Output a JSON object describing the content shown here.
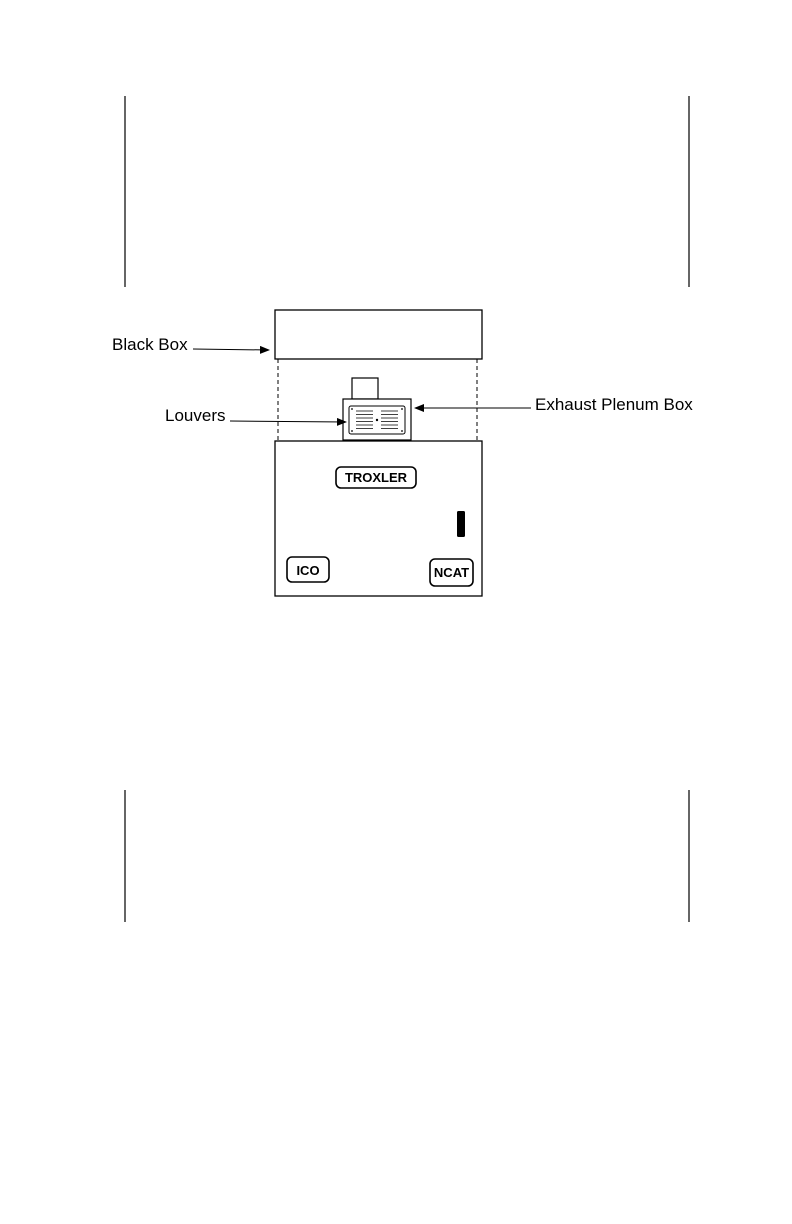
{
  "labels": {
    "black_box": "Black Box",
    "louvers": "Louvers",
    "exhaust_plenum_box": "Exhaust Plenum Box"
  },
  "device": {
    "brand_badge": "TROXLER",
    "left_badge": "ICO",
    "right_badge": "NCAT"
  },
  "colors": {
    "ink": "#000000",
    "paper": "#ffffff"
  }
}
